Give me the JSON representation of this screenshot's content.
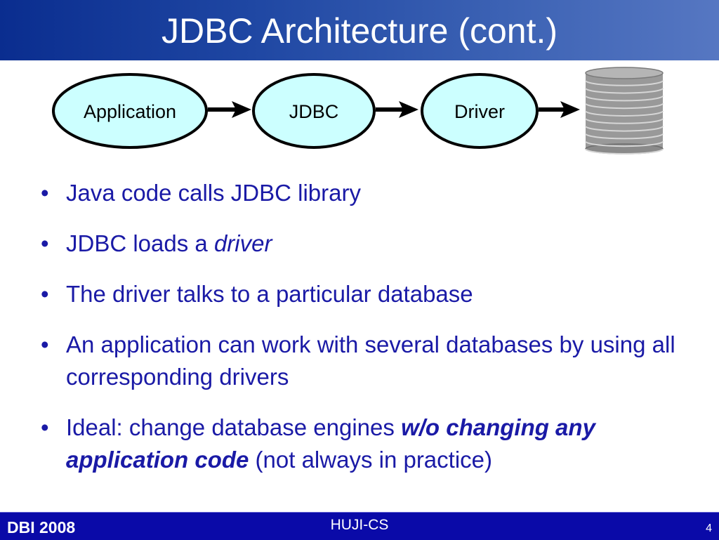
{
  "slide": {
    "title": "JDBC Architecture (cont.)"
  },
  "diagram": {
    "nodes": [
      {
        "label": "Application"
      },
      {
        "label": "JDBC"
      },
      {
        "label": "Driver"
      }
    ],
    "database_icon": "database-icon",
    "colors": {
      "node_fill": "#ccffff",
      "node_stroke": "#000000",
      "database": "#999999"
    }
  },
  "bullets": [
    {
      "parts": [
        {
          "text": "Java code calls JDBC library",
          "style": "normal"
        }
      ]
    },
    {
      "parts": [
        {
          "text": "JDBC loads a ",
          "style": "normal"
        },
        {
          "text": "driver",
          "style": "italic"
        }
      ]
    },
    {
      "parts": [
        {
          "text": "The driver talks to a particular database",
          "style": "normal"
        }
      ]
    },
    {
      "parts": [
        {
          "text": "An application can work with several databases by using all corresponding drivers",
          "style": "normal"
        }
      ]
    },
    {
      "parts": [
        {
          "text": "Ideal: change database engines ",
          "style": "normal"
        },
        {
          "text": "w/o changing any application code",
          "style": "bolditalic"
        },
        {
          "text": " (not always in practice)",
          "style": "normal"
        }
      ]
    }
  ],
  "bullet_symbol": "•",
  "footer": {
    "left": "DBI 2008",
    "center": "HUJI-CS",
    "page_number": "4"
  },
  "colors": {
    "title_bar": "#1f47a3",
    "bullet_text": "#1a1aa6",
    "footer_bar": "#0a0aa8"
  }
}
